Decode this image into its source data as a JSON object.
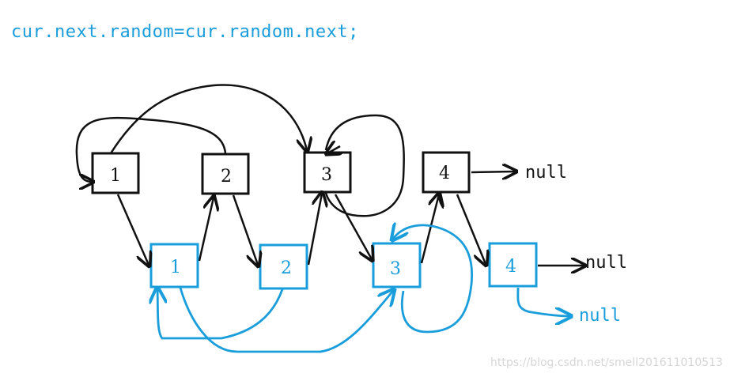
{
  "code": {
    "statement": "cur.next.random=cur.random.next;"
  },
  "colors": {
    "original": "#111111",
    "copy": "#1a9ddb",
    "watermark": "#d6d6d6"
  },
  "original_list": {
    "nodes": [
      {
        "label": "1"
      },
      {
        "label": "2"
      },
      {
        "label": "3"
      },
      {
        "label": "4"
      }
    ],
    "tail": "null"
  },
  "copied_list": {
    "nodes": [
      {
        "label": "1"
      },
      {
        "label": "2"
      },
      {
        "label": "3"
      },
      {
        "label": "4"
      }
    ],
    "tail_next": "null",
    "tail_random": "null"
  },
  "watermark": "https://blog.csdn.net/smell201611010513"
}
